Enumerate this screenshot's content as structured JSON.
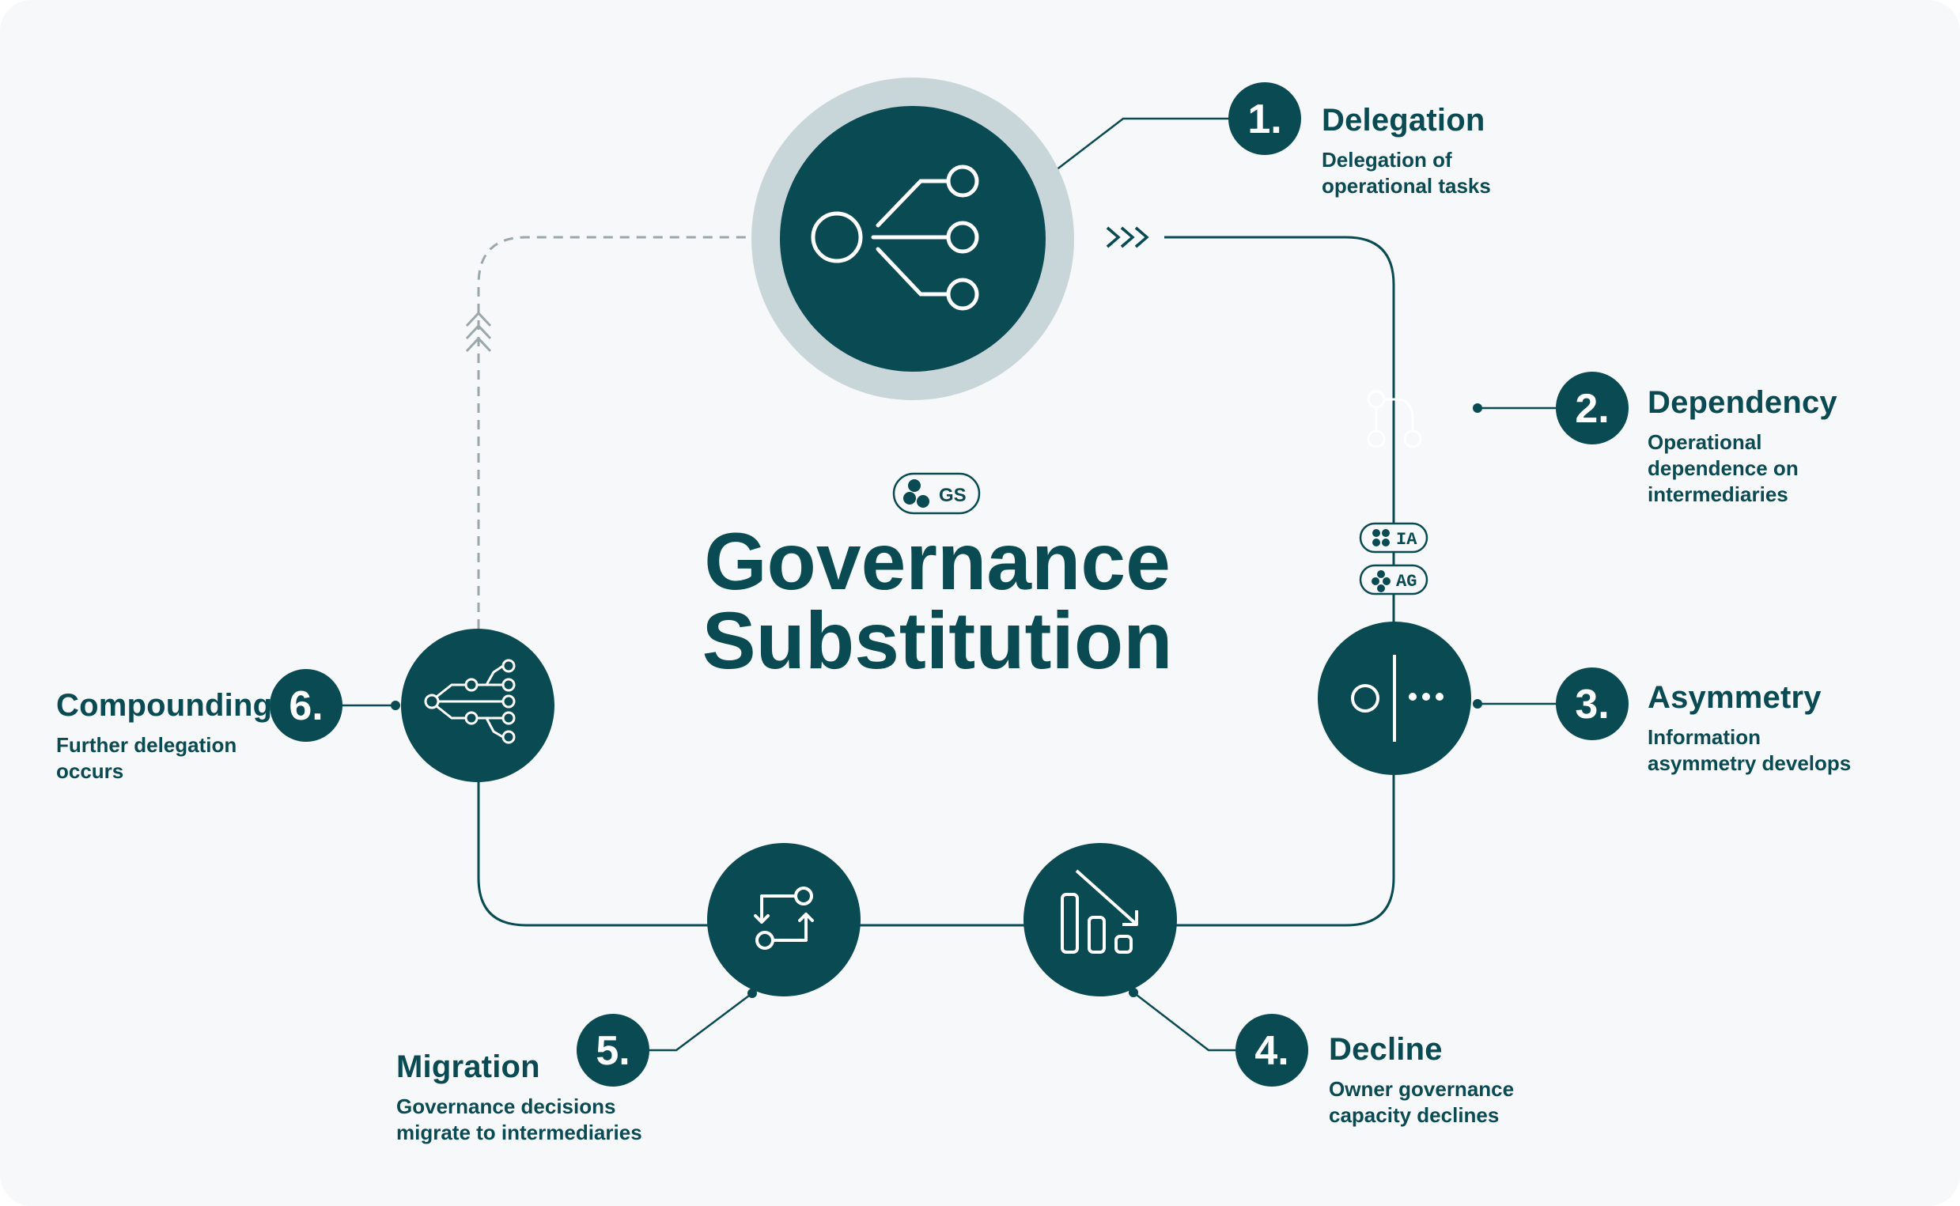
{
  "title_lines": [
    "Governance",
    "Substitution"
  ],
  "badge": "GS",
  "connector_tags": [
    "IA",
    "AG"
  ],
  "steps": [
    {
      "num": "1.",
      "title": "Delegation",
      "desc": [
        "Delegation of",
        "operational tasks"
      ],
      "icon": "branch-network-icon"
    },
    {
      "num": "2.",
      "title": "Dependency",
      "desc": [
        "Operational",
        "dependence on",
        "intermediaries"
      ],
      "icon": "link-node-icon"
    },
    {
      "num": "3.",
      "title": "Asymmetry",
      "desc": [
        "Information",
        "asymmetry develops"
      ],
      "icon": "split-info-icon"
    },
    {
      "num": "4.",
      "title": "Decline",
      "desc": [
        "Owner governance",
        "capacity declines"
      ],
      "icon": "declining-bars-icon"
    },
    {
      "num": "5.",
      "title": "Migration",
      "desc": [
        "Governance decisions",
        "migrate to intermediaries"
      ],
      "icon": "transfer-arrows-icon"
    },
    {
      "num": "6.",
      "title": "Compounding",
      "desc": [
        "Further delegation",
        "occurs"
      ],
      "icon": "multi-branch-icon"
    }
  ],
  "colors": {
    "primary": "#0a4a53",
    "halo": "#c9d6d9",
    "dashed": "#9aa8ab",
    "background": "#f6f8fa"
  }
}
